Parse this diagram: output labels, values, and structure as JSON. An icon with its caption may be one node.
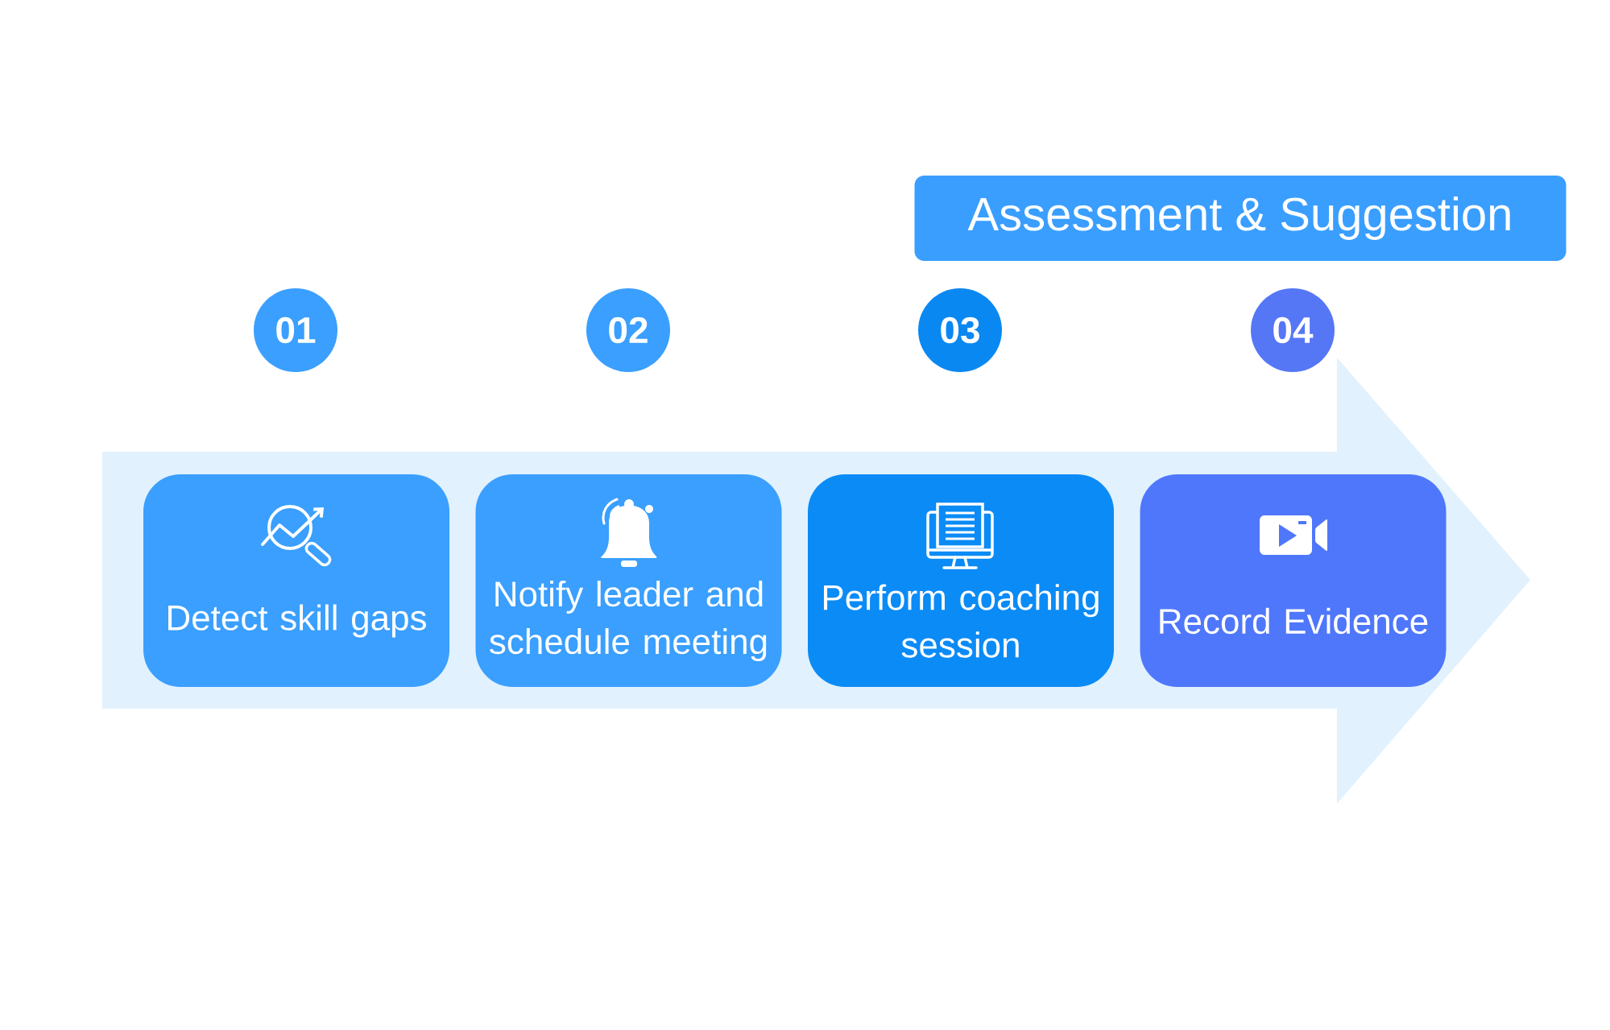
{
  "diagram": {
    "nodes": [
      {
        "text": [
          "Assessment & Suggestion"
        ]
      },
      {
        "text": [
          "01"
        ]
      },
      {
        "text": [
          "02"
        ]
      },
      {
        "text": [
          "03"
        ]
      },
      {
        "text": [
          "04"
        ]
      },
      {
        "text": [
          "Detect skill gaps"
        ]
      },
      {
        "text": [
          "Notify leader and schedule meeting"
        ]
      },
      {
        "text": [
          "Perform coaching session"
        ]
      },
      {
        "text": [
          "Record Evidence"
        ]
      }
    ]
  }
}
